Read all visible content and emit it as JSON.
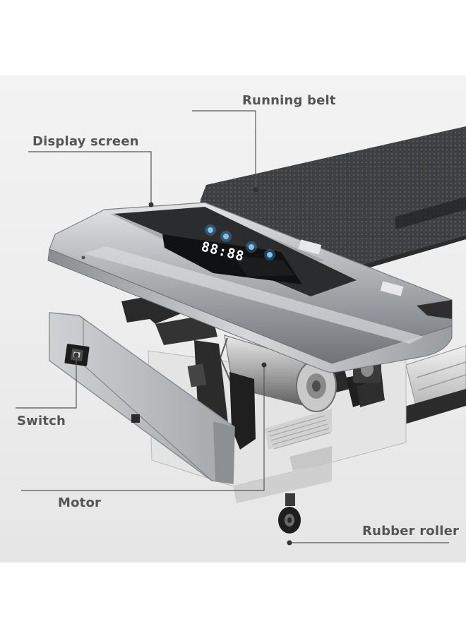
{
  "labels": {
    "running_belt": "Running belt",
    "display_screen": "Display screen",
    "switch": "Switch",
    "motor": "Motor",
    "rubber_roller": "Rubber roller"
  },
  "display_readout": "88:88",
  "colors": {
    "label_text": "#555555",
    "leader_line": "#555555",
    "belt": "#3f4143",
    "silver_frame": "#b9bcbf",
    "display_glass": "#121416",
    "led_accent": "#7fd0ff"
  }
}
